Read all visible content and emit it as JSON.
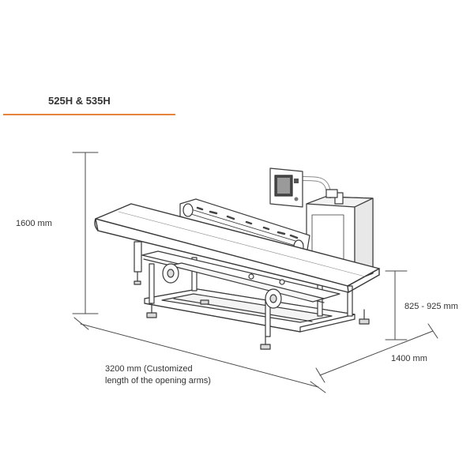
{
  "header": {
    "model_title": "525H & 535H",
    "accent_color": "#e5843a"
  },
  "dimensions": {
    "height": "1600 mm",
    "conveyor_height": "825 - 925 mm",
    "depth": "1400 mm",
    "length_line1": "3200 mm (Customized",
    "length_line2": "length of the opening arms)"
  }
}
